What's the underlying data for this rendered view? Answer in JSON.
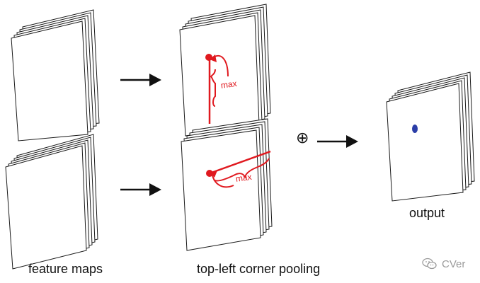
{
  "labels": {
    "feature_maps": "feature maps",
    "pooling": "top-left corner pooling",
    "output": "output",
    "max_top": "max",
    "max_bottom": "max",
    "operator": "⊕"
  },
  "watermark": {
    "text": "CVer"
  },
  "colors": {
    "line": "#1a1a1a",
    "pool": "#e0191f",
    "output_dot": "#2b3ea8"
  }
}
